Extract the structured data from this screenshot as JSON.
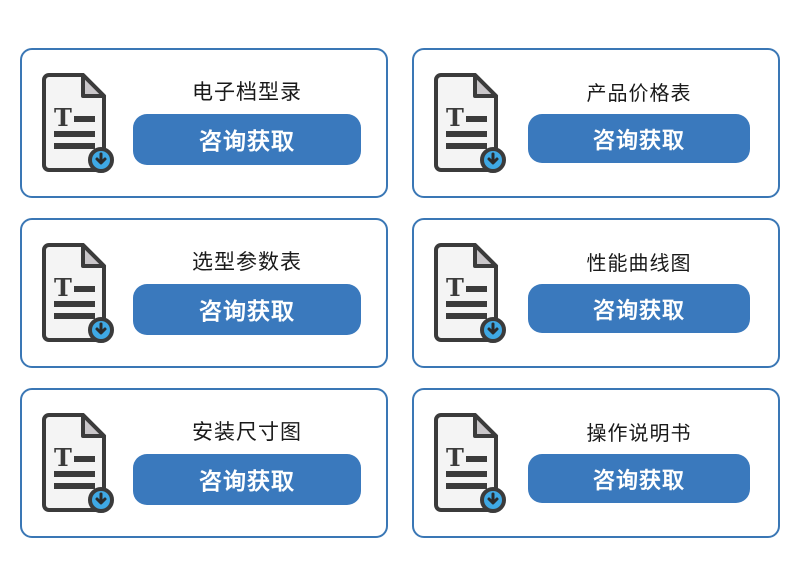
{
  "page": {
    "background_color": "#ffffff",
    "card_border_color": "#3a77b5",
    "button_color": "#3a79bd",
    "button_text_color": "#ffffff",
    "title_text_color": "#1a1a1a",
    "icon_badge_color": "#3fa9e5",
    "icon_paper_color": "#f4f4f4",
    "icon_outline_color": "#3b3b3b",
    "icon_fold_color": "#c9c6c9"
  },
  "cards": [
    {
      "id": "electronic-catalog",
      "title": "电子档型录",
      "button_label": "咨询获取",
      "icon": "document-download-icon"
    },
    {
      "id": "product-price-list",
      "title": "产品价格表",
      "button_label": "咨询获取",
      "icon": "document-download-icon"
    },
    {
      "id": "selection-parameter-table",
      "title": "选型参数表",
      "button_label": "咨询获取",
      "icon": "document-download-icon"
    },
    {
      "id": "performance-curve-chart",
      "title": "性能曲线图",
      "button_label": "咨询获取",
      "icon": "document-download-icon"
    },
    {
      "id": "installation-dimension-drawing",
      "title": "安装尺寸图",
      "button_label": "咨询获取",
      "icon": "document-download-icon"
    },
    {
      "id": "operation-manual",
      "title": "操作说明书",
      "button_label": "咨询获取",
      "icon": "document-download-icon"
    }
  ]
}
